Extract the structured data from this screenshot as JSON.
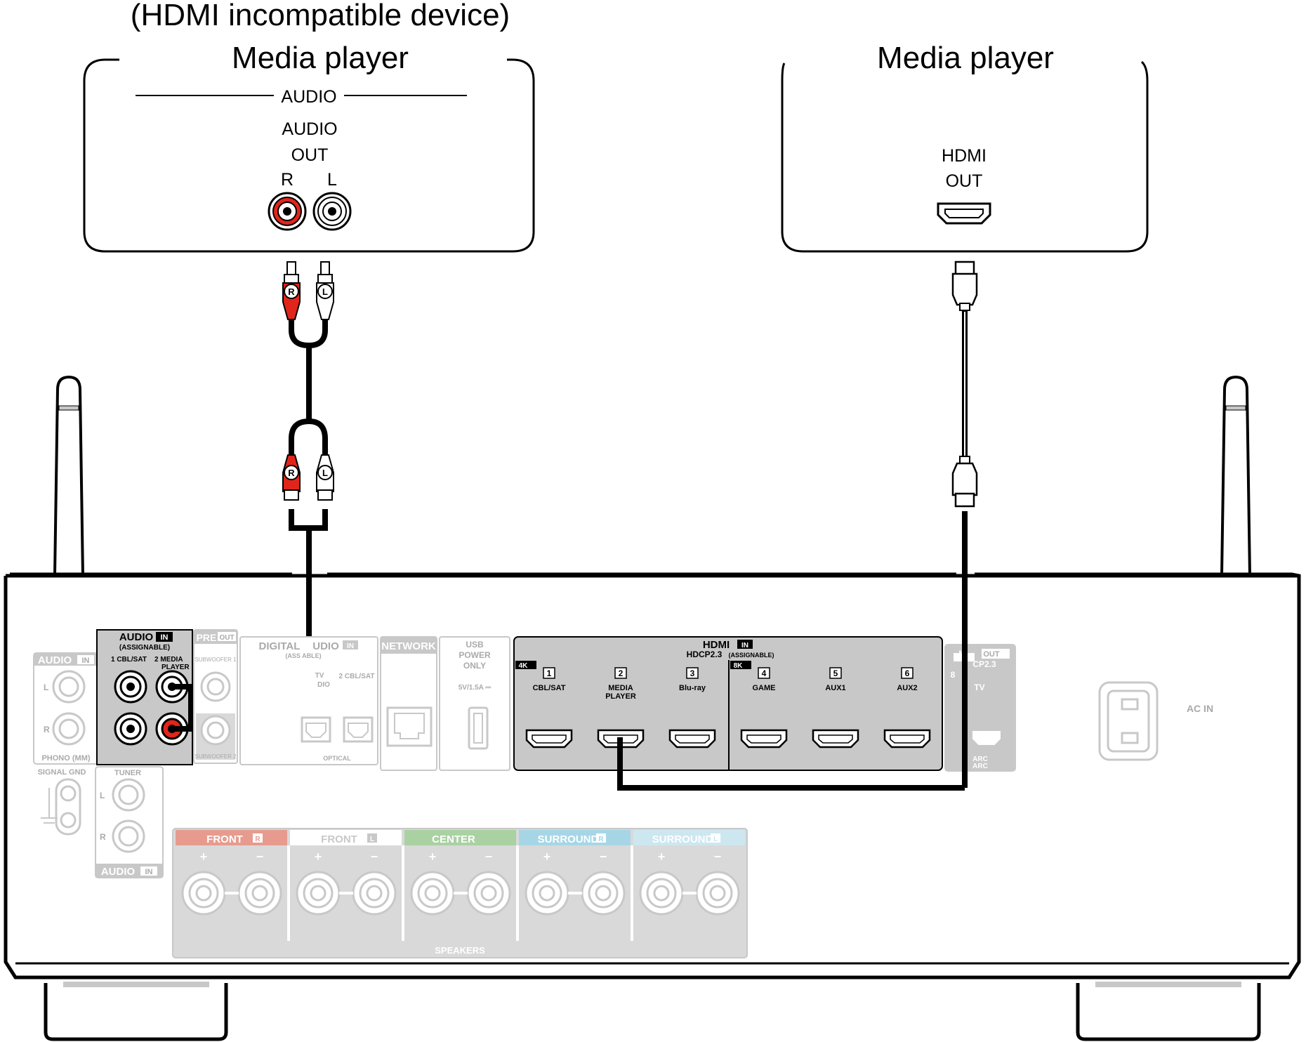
{
  "device_left": {
    "caption": "(HDMI incompatible device)",
    "title": "Media player",
    "section": "AUDIO",
    "jack_label_1": "AUDIO",
    "jack_label_2": "OUT",
    "r_label": "R",
    "l_label": "L"
  },
  "device_right": {
    "title": "Media player",
    "port_label_1": "HDMI",
    "port_label_2": "OUT"
  },
  "cable": {
    "plug_r": "R",
    "plug_l": "L"
  },
  "receiver": {
    "audio_in": {
      "title": "AUDIO",
      "badge": "IN",
      "sub": "(ASSIGNABLE)",
      "input_1": "1 CBL/SAT",
      "input_2a": "2  MEDIA",
      "input_2b": "PLAYER"
    },
    "phono": {
      "title": "AUDIO",
      "badge": "IN",
      "caption": "PHONO (MM)",
      "l": "L",
      "r": "R"
    },
    "signal_gnd": "SIGNAL GND",
    "tuner": {
      "title": "TUNER",
      "footer": "AUDIO",
      "badge": "IN",
      "l": "L",
      "r": "R"
    },
    "preout": {
      "title": "PRE",
      "badge": "OUT",
      "sub1": "SUBWOOFER 1",
      "sub2": "SUBWOOFER 2"
    },
    "digital": {
      "title_a": "DIGITAL",
      "title_b": "UDIO",
      "badge": "IN",
      "sub": "(ASS        ABLE)",
      "tv_a": "TV",
      "tv_b": "DIO",
      "cbl": "2 CBL/SAT",
      "optical": "OPTICAL"
    },
    "network": "NETWORK",
    "usb": {
      "l1": "USB",
      "l2": "POWER",
      "l3": "ONLY",
      "rating": "5V/1.5A ⎓"
    },
    "hdmi_in": {
      "title": "HDMI",
      "badge": "IN",
      "sub": "HDCP2.3",
      "sub2": "(ASSIGNABLE)",
      "tag_4k": "4K",
      "tag_8k": "8K",
      "ports": [
        {
          "num": "1",
          "label": "CBL/SAT",
          "label2": ""
        },
        {
          "num": "2",
          "label": "MEDIA",
          "label2": "PLAYER"
        },
        {
          "num": "3",
          "label": "Blu-ray",
          "label2": ""
        },
        {
          "num": "4",
          "label": "GAME",
          "label2": ""
        },
        {
          "num": "5",
          "label": "AUX1",
          "label2": ""
        },
        {
          "num": "6",
          "label": "AUX2",
          "label2": ""
        }
      ]
    },
    "hdmi_out": {
      "title": "MI",
      "badge": "OUT",
      "sub": "CP2.3",
      "tv": "TV",
      "arc1": "ARC",
      "arc2": "ARC",
      "eight": "8"
    },
    "ac_in": "AC IN",
    "speakers": {
      "footer": "SPEAKERS",
      "groups": [
        {
          "label": "FRONT",
          "badge": "R",
          "color": "#e79b8f"
        },
        {
          "label": "FRONT",
          "badge": "L",
          "color": "#ffffff"
        },
        {
          "label": "CENTER",
          "badge": "",
          "color": "#a9d1a2"
        },
        {
          "label": "SURROUND",
          "badge": "R",
          "color": "#a6d6e6"
        },
        {
          "label": "SURROUND",
          "badge": "L",
          "color": "#cde7f0"
        }
      ],
      "plus": "+",
      "minus": "−"
    }
  },
  "colors": {
    "red": "#e1251b",
    "gray": "#c8c8c8",
    "dark_panel": "#c8c8c8",
    "line": "#000000"
  }
}
